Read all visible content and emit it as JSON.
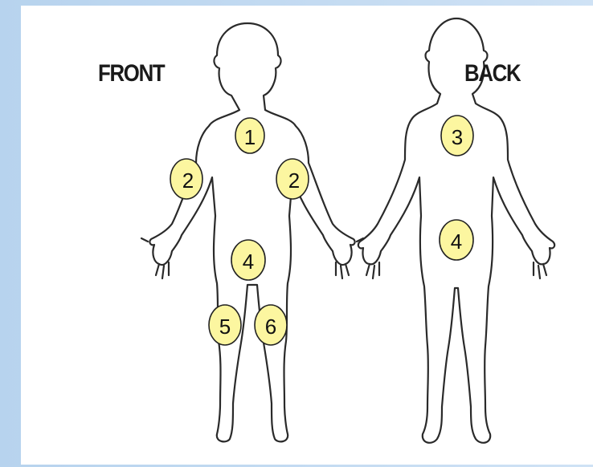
{
  "labels": {
    "front": "FRONT",
    "back": "BACK"
  },
  "sites": {
    "front": [
      "1",
      "2",
      "2",
      "4",
      "5",
      "6"
    ],
    "back": [
      "3",
      "4"
    ]
  },
  "colors": {
    "site_fill": "#fcf6a0",
    "outline": "#2a2a2a",
    "background": "#c9def3"
  }
}
